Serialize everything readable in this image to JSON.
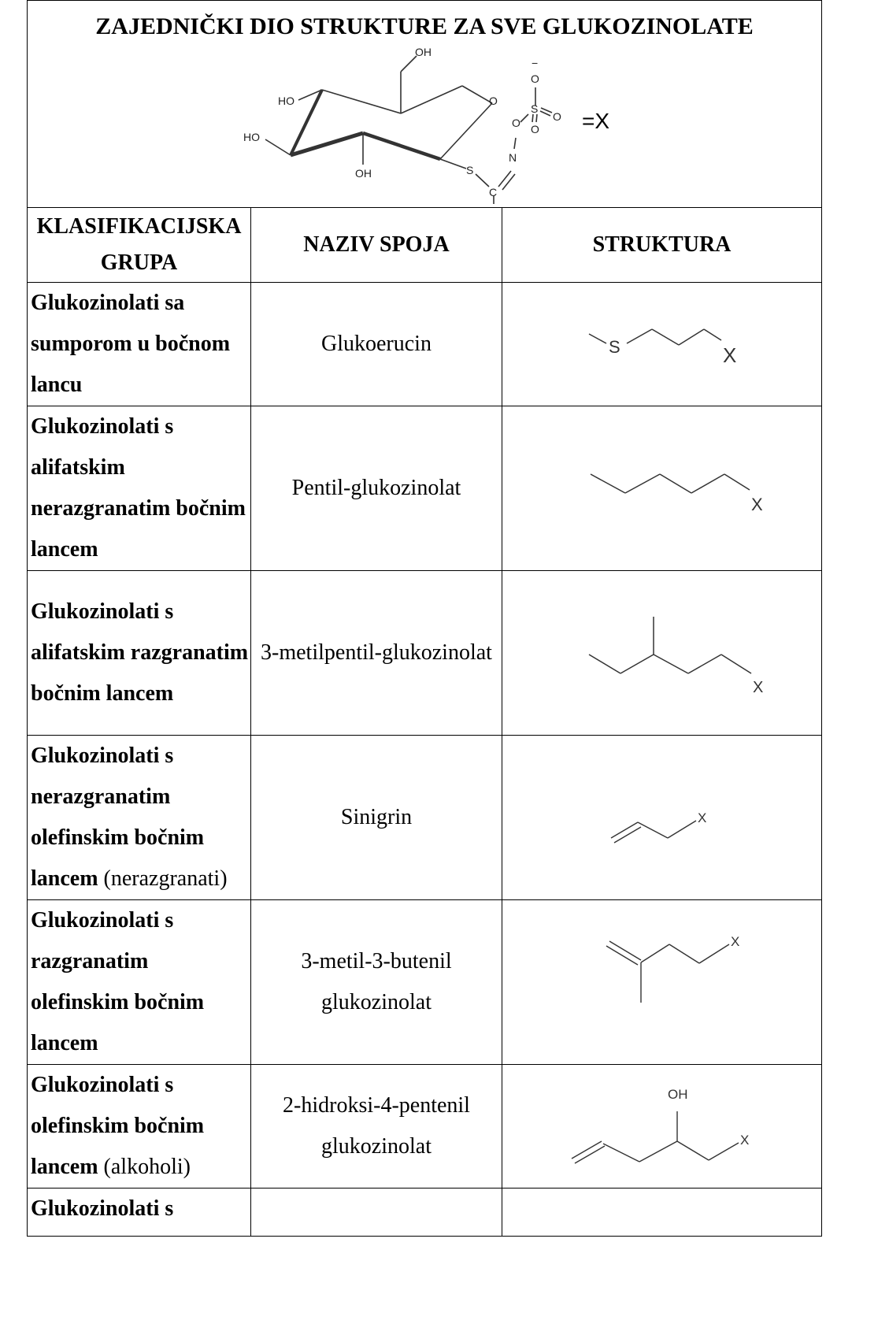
{
  "header": {
    "title": "ZAJEDNIČKI DIO STRUKTURE ZA SVE GLUKOZINOLATE",
    "equals_label": "=X"
  },
  "molecule_labels": {
    "oh_top": "OH",
    "ho_upper": "HO",
    "ho_left": "HO",
    "oh_bottom": "OH",
    "ring_o": "O",
    "s": "S",
    "c": "C",
    "n": "N",
    "o_link": "O",
    "s_sulfo": "S",
    "o_up": "O",
    "o_right": "O",
    "o_down": "O",
    "minus": "−"
  },
  "columns": {
    "group": "KLASIFIKACIJSKA GRUPA",
    "name": "NAZIV SPOJA",
    "structure": "STRUKTURA"
  },
  "rows": [
    {
      "group_bold": "Glukozinolati sa sumporom u bočnom lancu",
      "group_normal": "",
      "name": "Glukoerucin",
      "s_label": "S",
      "x_label": "X"
    },
    {
      "group_bold": "Glukozinolati s alifatskim nerazgranatim bočnim lancem",
      "group_normal": "",
      "name": "Pentil-glukozinolat",
      "x_label": "X"
    },
    {
      "group_bold": "Glukozinolati s alifatskim razgranatim bočnim lancem",
      "group_normal": "",
      "name": "3-metilpentil-glukozinolat",
      "x_label": "X"
    },
    {
      "group_bold": "Glukozinolati s nerazgranatim olefinskim bočnim lancem",
      "group_normal": "(nerazgranati)",
      "name": "Sinigrin",
      "x_label": "X"
    },
    {
      "group_bold": "Glukozinolati s razgranatim olefinskim bočnim lancem",
      "group_normal": "",
      "name": "3-metil-3-butenil glukozinolat",
      "x_label": "X"
    },
    {
      "group_bold": "Glukozinolati s olefinskim bočnim lancem",
      "group_normal": "(alkoholi)",
      "name": "2-hidroksi-4-pentenil glukozinolat",
      "oh_label": "OH",
      "x_label": "X"
    },
    {
      "group_bold": "Glukozinolati s",
      "group_normal": "",
      "name": ""
    }
  ]
}
